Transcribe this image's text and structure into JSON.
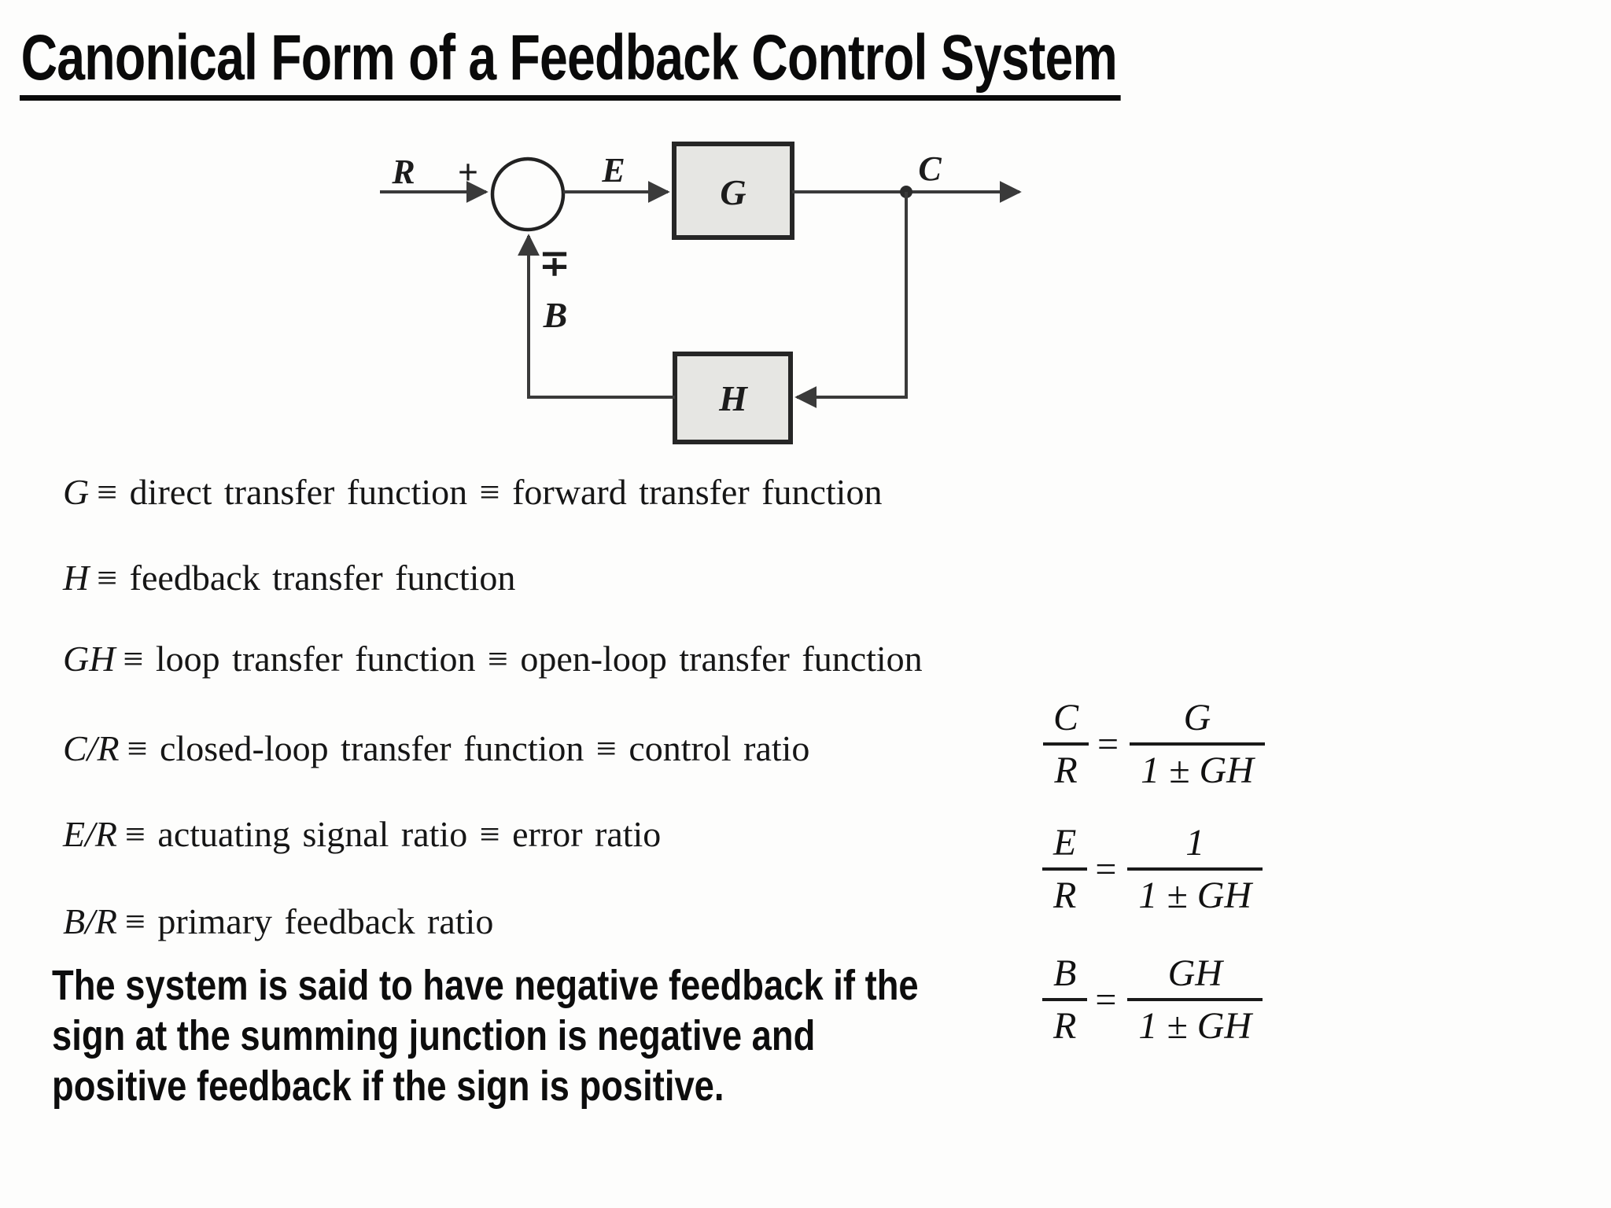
{
  "title": "Canonical Form of a Feedback Control System",
  "diagram": {
    "input_label": "R",
    "sum_plus_sign": "+",
    "error_label": "E",
    "forward_block_label": "G",
    "output_label": "C",
    "feedback_sign": "∓",
    "feedback_label": "B",
    "feedback_block_label": "H"
  },
  "definitions": [
    {
      "symbol": "G",
      "rest": "≡ direct transfer function ≡ forward transfer function"
    },
    {
      "symbol": "H",
      "rest": "≡ feedback transfer function"
    },
    {
      "symbol": "GH",
      "rest": "≡ loop transfer function ≡ open-loop transfer function"
    },
    {
      "symbol": "C/R",
      "rest": "≡ closed-loop transfer function ≡ control ratio"
    },
    {
      "symbol": "E/R",
      "rest": "≡ actuating signal ratio ≡ error ratio"
    },
    {
      "symbol": "B/R",
      "rest": "≡ primary feedback ratio"
    }
  ],
  "equations": {
    "equals_sign": "=",
    "items": [
      {
        "lhs_num": "C",
        "lhs_den": "R",
        "rhs_num": "G",
        "rhs_den": "1 ± GH"
      },
      {
        "lhs_num": "E",
        "lhs_den": "R",
        "rhs_num": "1",
        "rhs_den": "1 ± GH"
      },
      {
        "lhs_num": "B",
        "lhs_den": "R",
        "rhs_num": "GH",
        "rhs_den": "1 ± GH"
      }
    ]
  },
  "note": {
    "lines": [
      "The system is said to have negative feedback if the",
      "sign at the summing junction is negative and",
      "positive feedback if the sign is positive."
    ]
  },
  "colors": {
    "ink": "#141414",
    "diagram_line": "#3a3a3a",
    "block_fill": "#e6e6e3",
    "block_border": "#262626"
  }
}
